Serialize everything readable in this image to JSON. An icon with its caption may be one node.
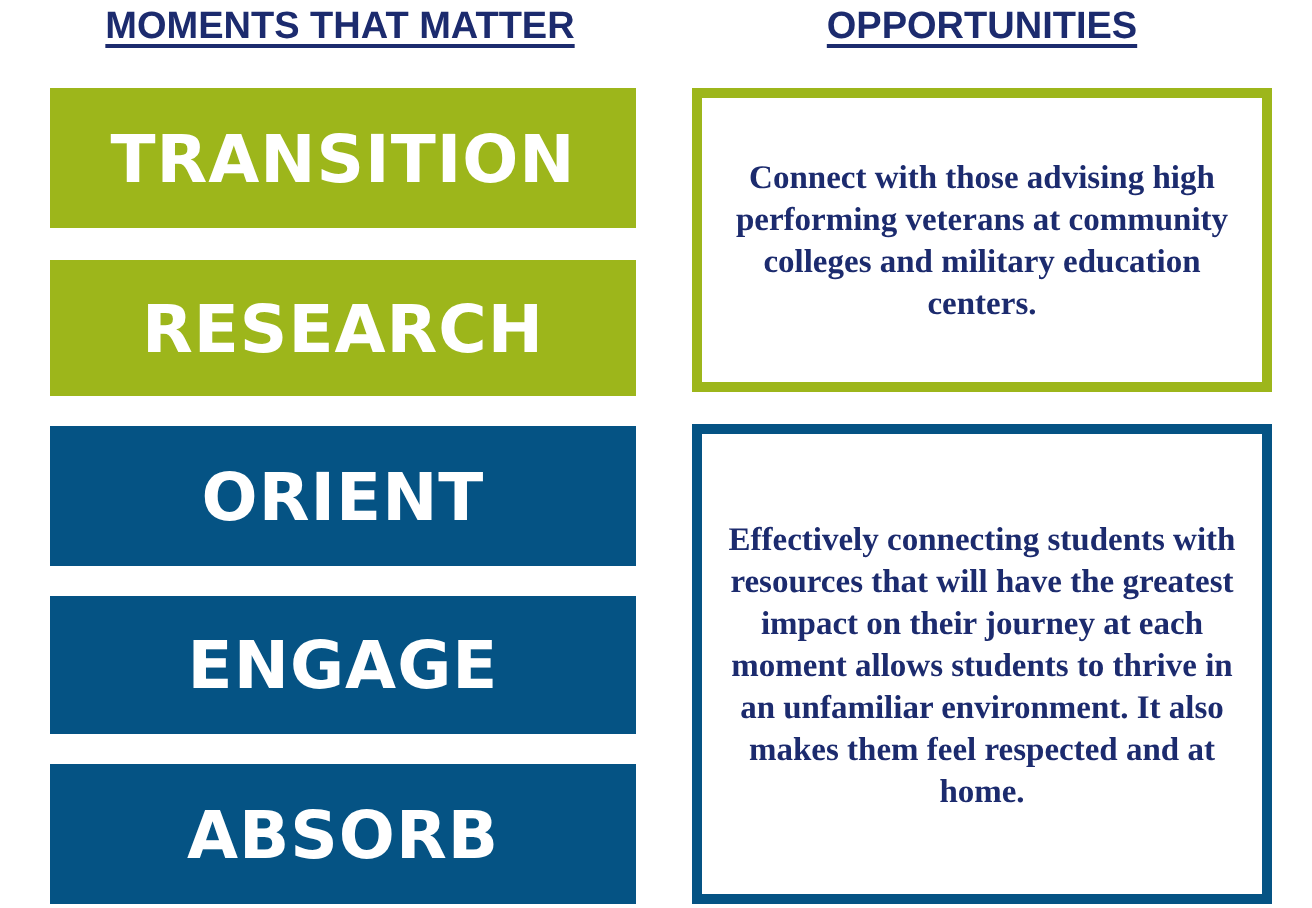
{
  "diagram": {
    "nodes": [
      {
        "text": [
          "TRANSITION"
        ]
      },
      {
        "text": [
          "RESEARCH"
        ]
      },
      {
        "text": [
          "ORIENT"
        ]
      },
      {
        "text": [
          "ENGAGE"
        ]
      },
      {
        "text": [
          "ABSORB"
        ]
      },
      {
        "text": [
          "Connect with those advising high performing veterans at community colleges and military education centers."
        ]
      },
      {
        "text": [
          "Effectively connecting students with resources that will have the greatest impact on their journey at each moment allows students to thrive in an unfamiliar environment. It also makes them feel respected and at home."
        ]
      }
    ],
    "labels": [
      "MOMENTS THAT MATTER",
      "OPPORTUNITIES"
    ]
  }
}
